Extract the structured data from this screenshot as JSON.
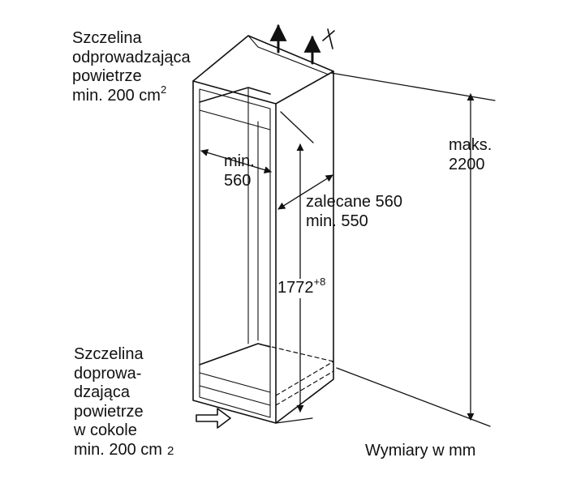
{
  "labels": {
    "top_vent": {
      "line1": "Szczelina",
      "line2": "odprowadzająca",
      "line3": "powietrze",
      "line4": "min. 200 cm",
      "sup": "2"
    },
    "bottom_vent": {
      "line1": "Szczelina",
      "line2": "doprowa-",
      "line3": "dzająca",
      "line4": "powietrze",
      "line5": "w cokole",
      "line6": "min. 200 cm",
      "sup": "2"
    },
    "width_dim": {
      "line1": "min.",
      "line2": "560"
    },
    "depth_dim": {
      "line1": "zalecane 560",
      "line2": "min. 550"
    },
    "niche_height": {
      "value": "1772",
      "sup": "+8"
    },
    "max_height": {
      "line1": "maks.",
      "line2": "2200"
    },
    "units_note": "Wymiary w mm"
  }
}
